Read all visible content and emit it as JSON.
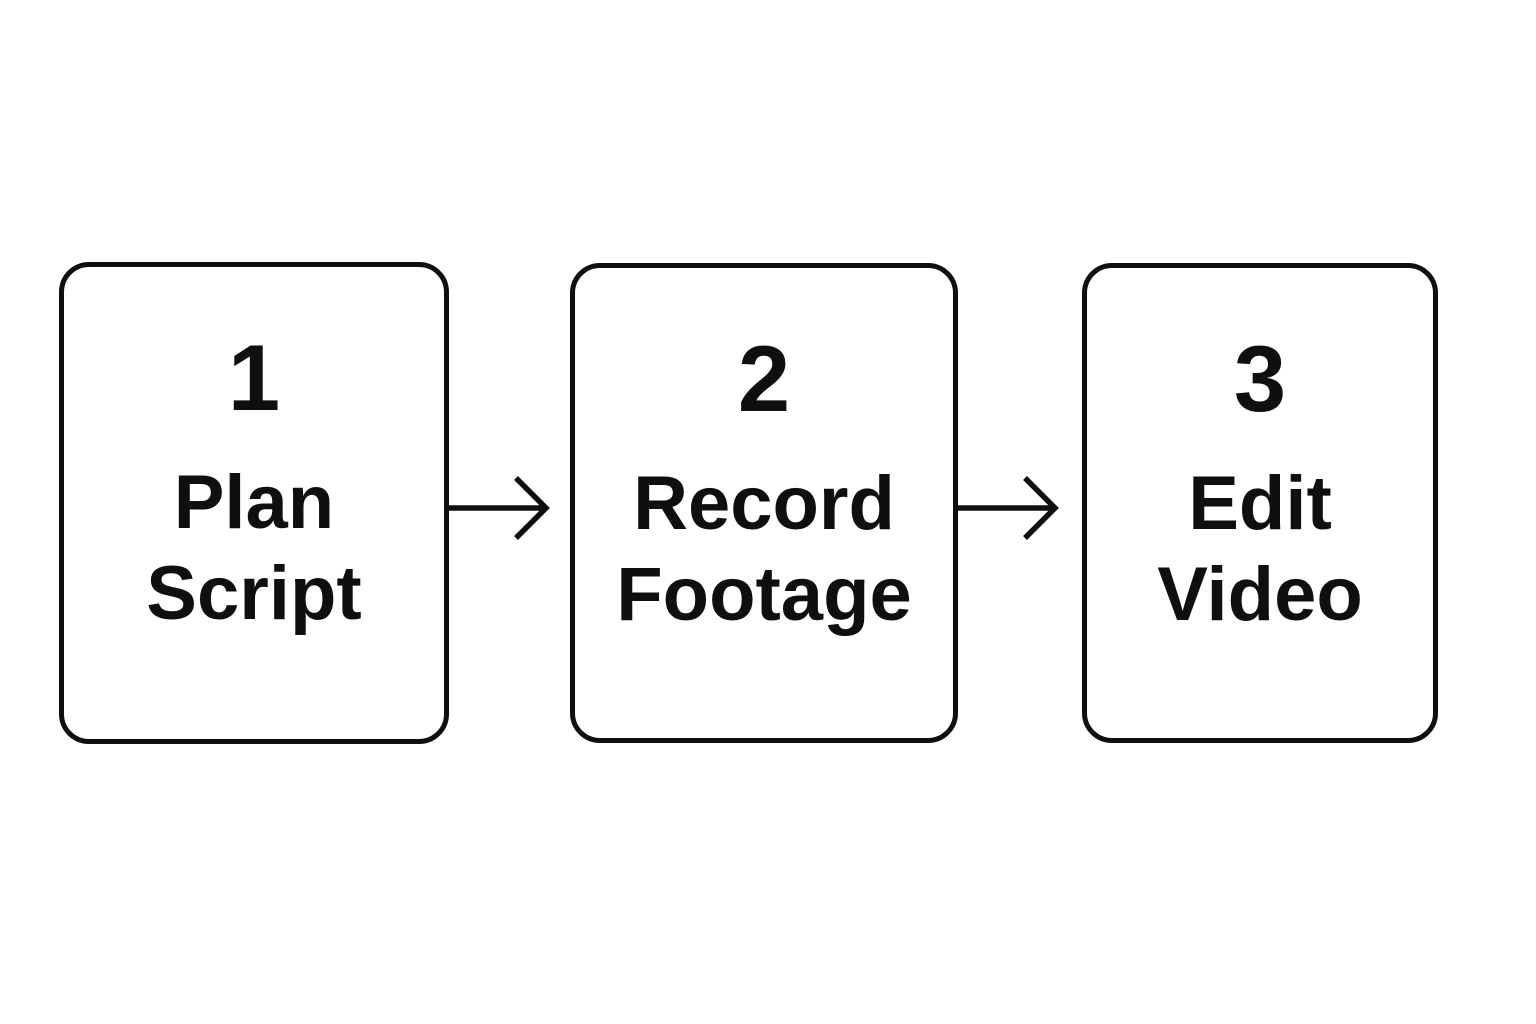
{
  "diagram": {
    "title": "",
    "type": "flowchart",
    "direction": "left-to-right",
    "steps": [
      {
        "number": "1",
        "line1": "Plan",
        "line2": "Script",
        "label": "Plan Script"
      },
      {
        "number": "2",
        "line1": "Record",
        "line2": "Footage",
        "label": "Record Footage"
      },
      {
        "number": "3",
        "line1": "Edit",
        "line2": "Video",
        "label": "Edit Video"
      }
    ],
    "connectors": [
      {
        "from": "Plan Script",
        "to": "Record Footage",
        "icon": "arrow-right-icon"
      },
      {
        "from": "Record Footage",
        "to": "Edit Video",
        "icon": "arrow-right-icon"
      }
    ]
  },
  "colors": {
    "ink": "#0f0f0f",
    "bg": "#ffffff"
  }
}
